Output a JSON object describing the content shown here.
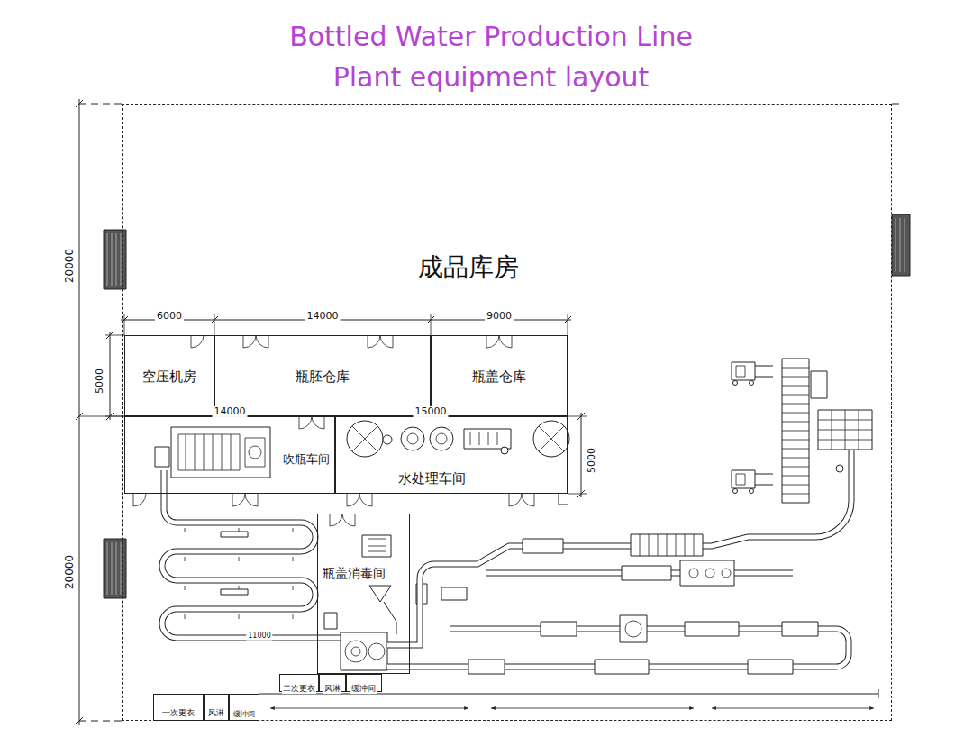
{
  "diagram": {
    "title": "Bottled Water Production Line Plant equipment layout",
    "nodes": [
      {
        "text": [
          "成品库房"
        ]
      },
      {
        "text": [
          "空压机房"
        ],
        "in": 0
      },
      {
        "text": [
          "瓶胚仓库"
        ],
        "in": 0
      },
      {
        "text": [
          "瓶盖仓库"
        ],
        "in": 0
      },
      {
        "text": [
          "吹瓶车间"
        ],
        "in": 0
      },
      {
        "text": [
          "水处理车间"
        ],
        "in": 0
      },
      {
        "text": [
          "瓶盖消毒间"
        ],
        "in": 0
      },
      {
        "text": [
          "二次更衣"
        ],
        "in": 0
      },
      {
        "text": [
          "风淋"
        ],
        "in": 0
      },
      {
        "text": [
          "缓冲间"
        ],
        "in": 0
      },
      {
        "text": [
          "一次更衣"
        ],
        "in": 0
      },
      {
        "text": [
          "风淋"
        ],
        "in": 0
      },
      {
        "text": [
          "缓冲间"
        ],
        "in": 0
      }
    ],
    "labels": [
      "20000",
      "20000",
      "6000",
      "14000",
      "9000",
      "5000",
      "14000",
      "15000",
      "5000",
      "11000"
    ]
  }
}
